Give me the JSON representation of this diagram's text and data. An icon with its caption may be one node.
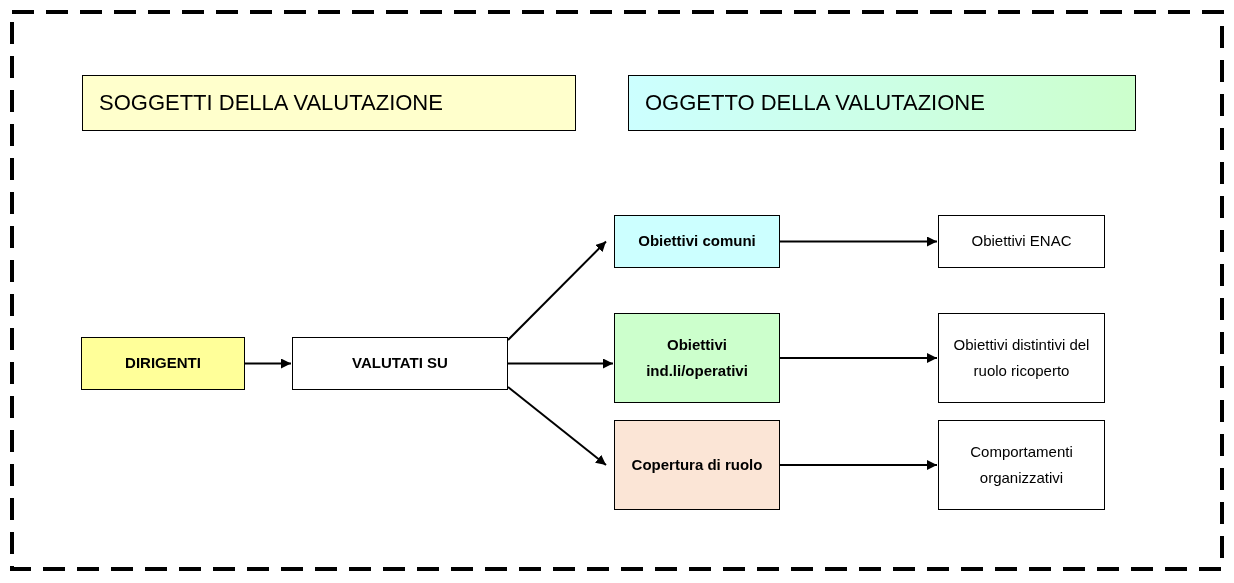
{
  "diagram": {
    "nodes": [
      {
        "text": [
          "SOGGETTI DELLA VALUTAZIONE"
        ]
      },
      {
        "text": [
          "OGGETTO DELLA VALUTAZIONE"
        ]
      },
      {
        "text": [
          "DIRIGENTI"
        ]
      },
      {
        "text": [
          "VALUTATI SU"
        ]
      },
      {
        "text": [
          "Obiettivi comuni"
        ]
      },
      {
        "text": [
          "Obiettivi ind.li/operativi"
        ]
      },
      {
        "text": [
          "Copertura di ruolo"
        ]
      },
      {
        "text": [
          "Obiettivi ENAC"
        ]
      },
      {
        "text": [
          "Obiettivi distintivi del ruolo ricoperto"
        ]
      },
      {
        "text": [
          "Comportamenti organizzativi"
        ]
      }
    ],
    "edges": [
      {
        "from": 2,
        "to": 3,
        "arrow": "to"
      },
      {
        "from": 3,
        "to": 4,
        "arrow": "to"
      },
      {
        "from": 3,
        "to": 5,
        "arrow": "to"
      },
      {
        "from": 3,
        "to": 6,
        "arrow": "to"
      },
      {
        "from": 4,
        "to": 7,
        "arrow": "to"
      },
      {
        "from": 5,
        "to": 8,
        "arrow": "to"
      },
      {
        "from": 6,
        "to": 9,
        "arrow": "to"
      }
    ]
  }
}
